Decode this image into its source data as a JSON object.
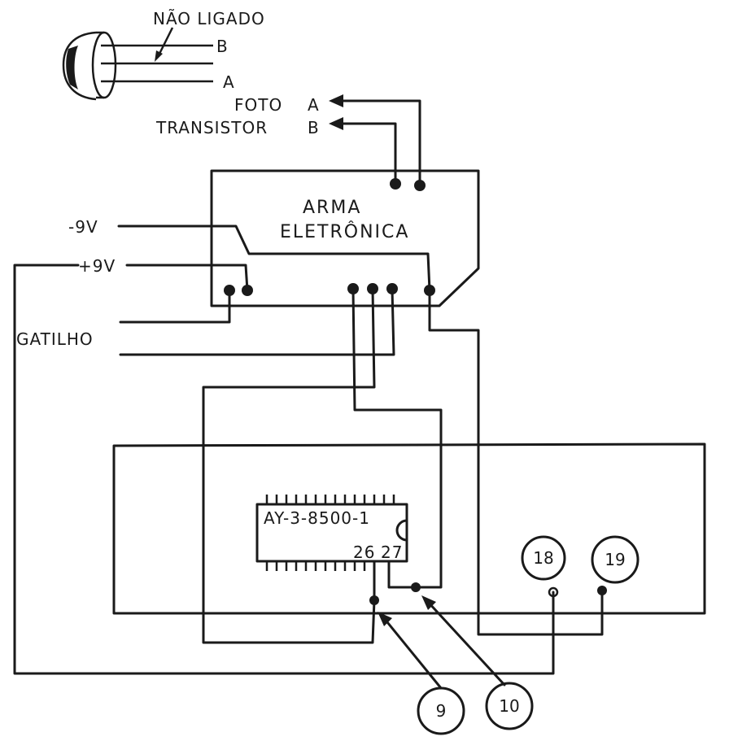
{
  "labels": {
    "nao_ligado": "NÃO LIGADO",
    "phototransistor_pin_b": "B",
    "phototransistor_pin_a": "A",
    "foto": "FOTO",
    "foto_a": "A",
    "transistor": "TRANSISTOR",
    "transistor_b": "B",
    "arma_line1": "ARMA",
    "arma_line2": "ELETRÔNICA",
    "minus9v": "-9V",
    "plus9v": "+9V",
    "gatilho": "GATILHO",
    "chip": "AY-3-8500-1",
    "pin26": "26",
    "pin27": "27"
  },
  "callouts": {
    "c18": "18",
    "c19": "19",
    "c9": "9",
    "c10": "10"
  }
}
